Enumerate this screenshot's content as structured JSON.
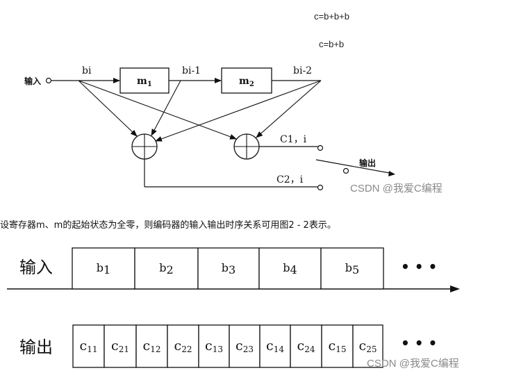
{
  "equations": {
    "eq1": "c=b+b+b",
    "eq2": "c=b+b"
  },
  "encoder": {
    "input_label": "输入",
    "output_label": "输出",
    "signal_bi": "bi",
    "signal_bi1": "bi-1",
    "signal_bi2": "bi-2",
    "register1_label": "m",
    "register1_sub": "1",
    "register2_label": "m",
    "register2_sub": "2",
    "c1_label": "C1，i",
    "c2_label": "C2，i"
  },
  "watermarks": {
    "top": "CSDN @我爱C编程",
    "bottom": "CSDN @我爱C编程"
  },
  "description": "设寄存器m、m的起始状态为全零，则编码器的输入输出时序关系可用图2 - 2表示。",
  "timing": {
    "input_row_label": "输入",
    "output_row_label": "输出",
    "ellipsis": "• • •",
    "input_cells": [
      {
        "base": "b",
        "sub": "1"
      },
      {
        "base": "b",
        "sub": "2"
      },
      {
        "base": "b",
        "sub": "3"
      },
      {
        "base": "b",
        "sub": "4"
      },
      {
        "base": "b",
        "sub": "5"
      }
    ],
    "output_cells": [
      {
        "base": "c",
        "sub": "11"
      },
      {
        "base": "c",
        "sub": "21"
      },
      {
        "base": "c",
        "sub": "12"
      },
      {
        "base": "c",
        "sub": "22"
      },
      {
        "base": "c",
        "sub": "13"
      },
      {
        "base": "c",
        "sub": "23"
      },
      {
        "base": "c",
        "sub": "14"
      },
      {
        "base": "c",
        "sub": "24"
      },
      {
        "base": "c",
        "sub": "15"
      },
      {
        "base": "c",
        "sub": "25"
      }
    ]
  }
}
